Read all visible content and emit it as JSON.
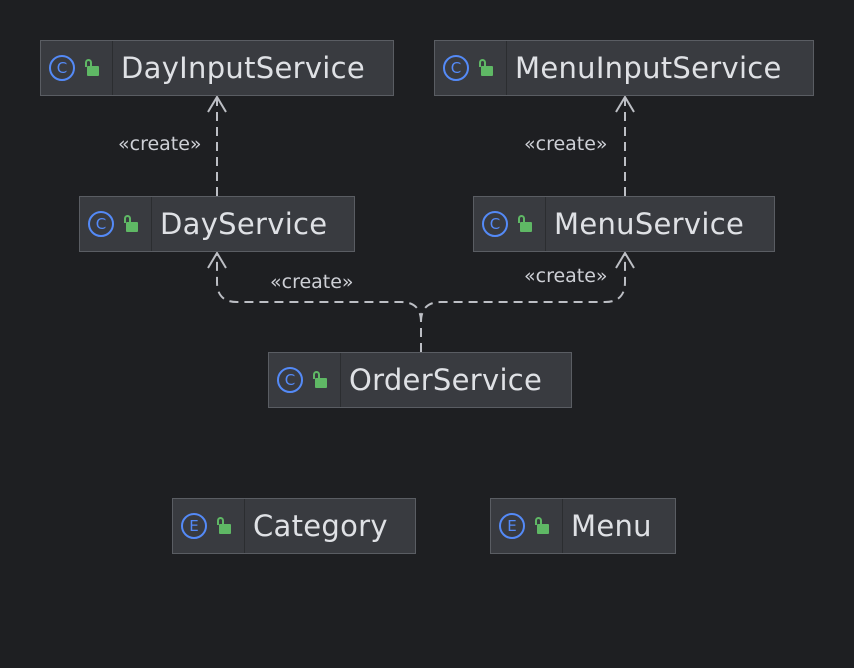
{
  "diagram": {
    "nodes": [
      {
        "id": "day-input-service",
        "kind": "C",
        "label": "DayInputService"
      },
      {
        "id": "menu-input-service",
        "kind": "C",
        "label": "MenuInputService"
      },
      {
        "id": "day-service",
        "kind": "C",
        "label": "DayService"
      },
      {
        "id": "menu-service",
        "kind": "C",
        "label": "MenuService"
      },
      {
        "id": "order-service",
        "kind": "C",
        "label": "OrderService"
      },
      {
        "id": "category",
        "kind": "E",
        "label": "Category"
      },
      {
        "id": "menu",
        "kind": "E",
        "label": "Menu"
      }
    ],
    "edges": [
      {
        "from": "DayService",
        "to": "DayInputService",
        "label": "«create»"
      },
      {
        "from": "MenuService",
        "to": "MenuInputService",
        "label": "«create»"
      },
      {
        "from": "OrderService",
        "to": "DayService",
        "label": "«create»"
      },
      {
        "from": "OrderService",
        "to": "MenuService",
        "label": "«create»"
      }
    ]
  },
  "colors": {
    "background": "#1e1f22",
    "node_fill": "#393b40",
    "node_border": "#5a5d63",
    "class_icon": "#548af7",
    "visibility_icon": "#5fb865",
    "edge": "#bcbec4",
    "text": "#dfe1e5"
  },
  "icons": {
    "class": "class-icon",
    "enum": "enum-icon",
    "visibility": "public-lock-icon"
  }
}
